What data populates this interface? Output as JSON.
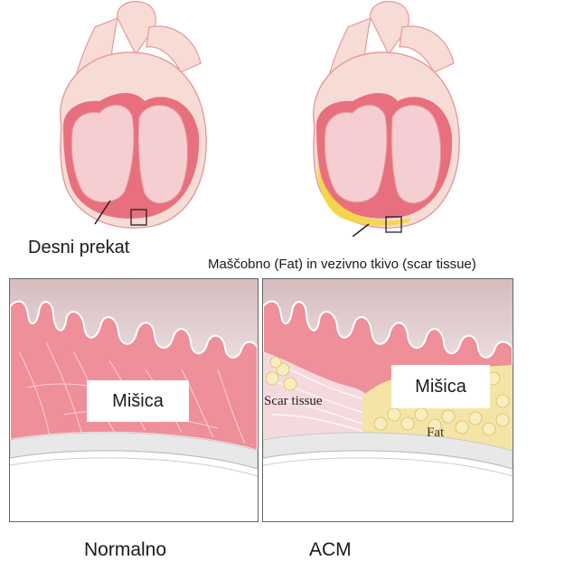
{
  "labels": {
    "right_ventricle": "Desni prekat",
    "fat_scar_caption": "Maščobno (Fat)  in vezivno tkivo (scar tissue)",
    "muscle_normal": "Mišica",
    "muscle_acm": "Mišica",
    "scar_tissue": "Scar tissue",
    "fat": "Fat",
    "normal": "Normalno",
    "acm": "ACM"
  },
  "colors": {
    "heart_outer": "#f7dcd6",
    "heart_outline": "#e59a98",
    "heart_wall": "#e8707e",
    "heart_chamber": "#f6cdd0",
    "muscle": "#ee8f99",
    "muscle_dark": "#e46f7d",
    "blood_space": "#d9c2c4",
    "fat": "#f4e5a6",
    "fat_outline": "#d8bf6a",
    "epicardium": "#d8d8d8"
  }
}
